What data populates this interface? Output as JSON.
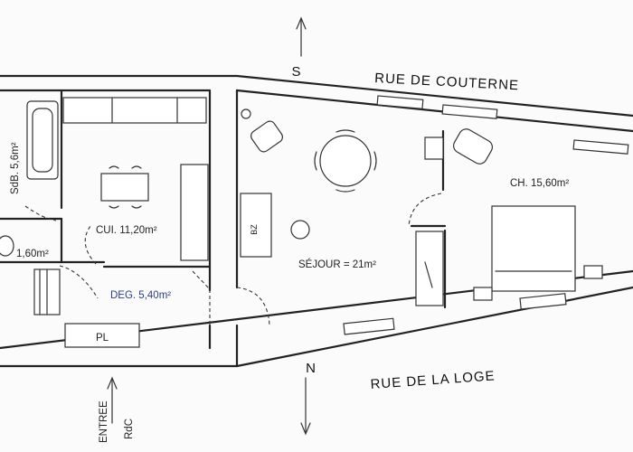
{
  "streets": {
    "north_street": "RUE DE COUTERNE",
    "south_street": "RUE DE LA LOGE"
  },
  "orientation": {
    "top_marker": "S",
    "bottom_marker": "N"
  },
  "entrance": {
    "label": "ENTREE",
    "floor": "RdC"
  },
  "rooms": {
    "bathroom": "SdB. 5,6m²",
    "kitchen": "CUI. 11,20m²",
    "wc": "1,60m²",
    "hallway": "DEG. 5,40m²",
    "cupboard": "PL",
    "living": "SÉJOUR = 21m²",
    "bedroom": "CH. 15,60m²"
  },
  "fixtures": {
    "sofa_text": "BZ"
  }
}
